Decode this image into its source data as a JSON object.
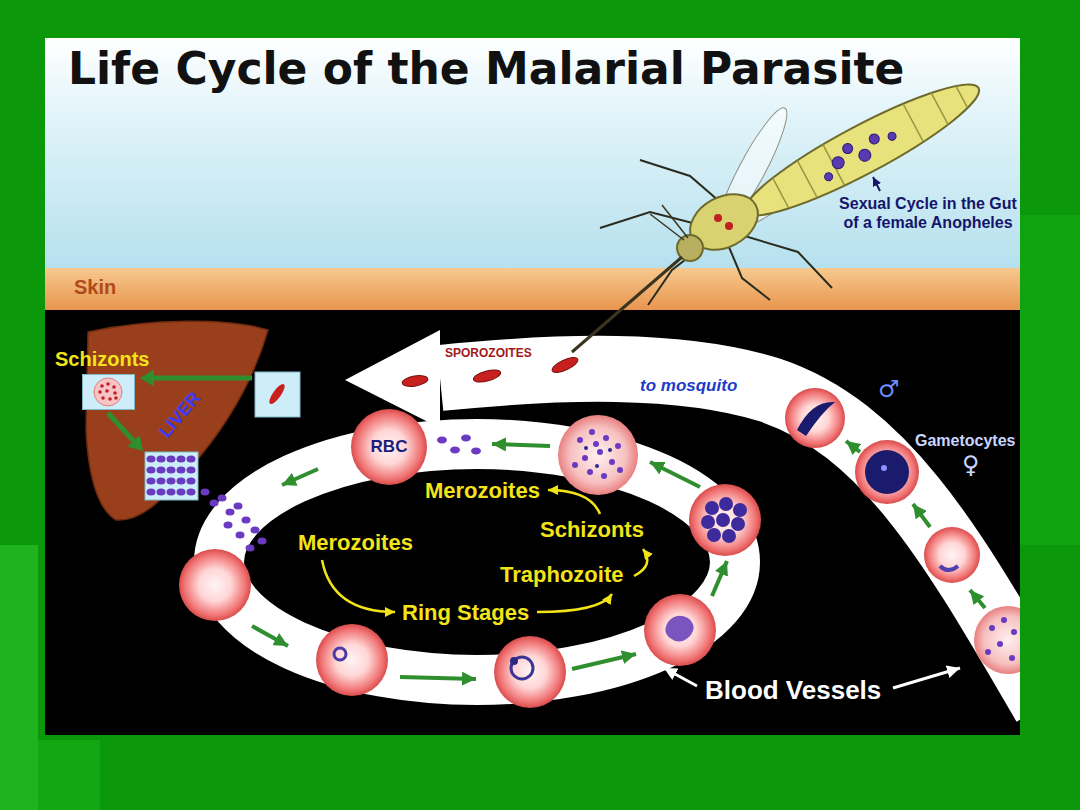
{
  "diagram": {
    "title": "Life Cycle of the Malarial Parasite",
    "nodes": [
      {
        "text": [
          "LIVER"
        ]
      },
      {
        "text": [
          "Schizonts"
        ],
        "in": 0
      },
      {
        "text": [
          "RBC"
        ]
      }
    ],
    "labels": [
      "Sexual Cycle in the Gut of a female Anopheles",
      "Skin",
      "SPOROZOITES",
      "to mosquito",
      "♂",
      "Gametocytes",
      "♀",
      "Merozoites",
      "Schizonts",
      "Merozoites",
      "Traphozoite",
      "Ring Stages",
      "Blood Vessels"
    ]
  }
}
